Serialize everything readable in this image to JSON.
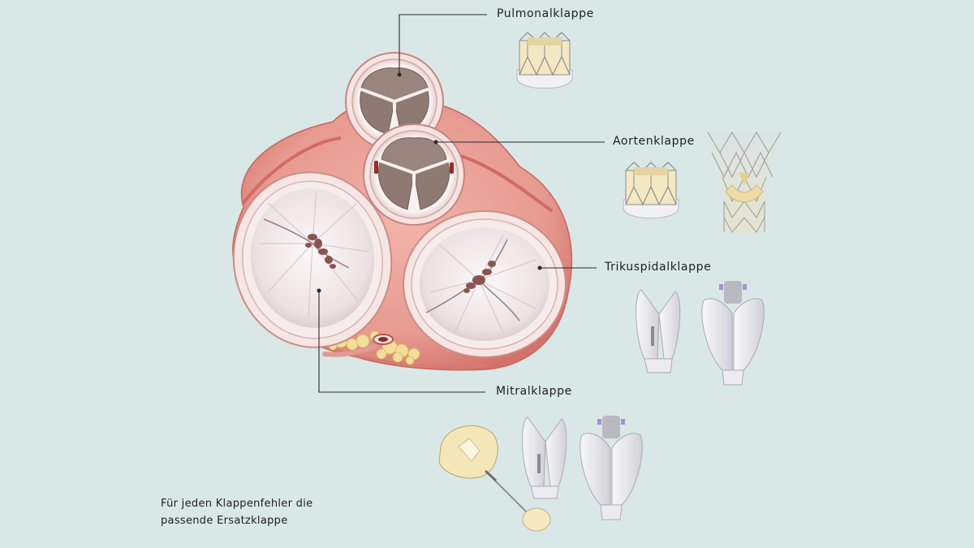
{
  "labels": {
    "pulmonal": "Pulmonalklappe",
    "aorten": "Aortenklappe",
    "trikuspidal": "Trikuspidalklappe",
    "mitral": "Mitralklappe"
  },
  "caption": {
    "line1": "Für jeden Klappenfehler die",
    "line2": "passende Ersatzklappe"
  },
  "colors": {
    "background": "#d9e8e6",
    "tissue": "#e89b93",
    "tissue_dark": "#c9635d",
    "valve_inner": "#f3eeee",
    "leaflet": "#8f7a73",
    "stent": "#efe2b8",
    "leader_line": "#2a2a2a"
  },
  "icons": {
    "heart_valves": "heart-valves-cross-section-illustration",
    "pulmonal_prosthesis": "bioprosthetic-stent-valve-icon",
    "aorten_prosthesis": "bioprosthetic-stent-valve-icon",
    "aorten_tavi": "transcatheter-valve-mesh-icon",
    "trikuspidal_clip": "leaflet-clip-icon",
    "mitral_clip": "leaflet-clip-icon",
    "mitral_occluder": "umbrella-occluder-icon"
  }
}
